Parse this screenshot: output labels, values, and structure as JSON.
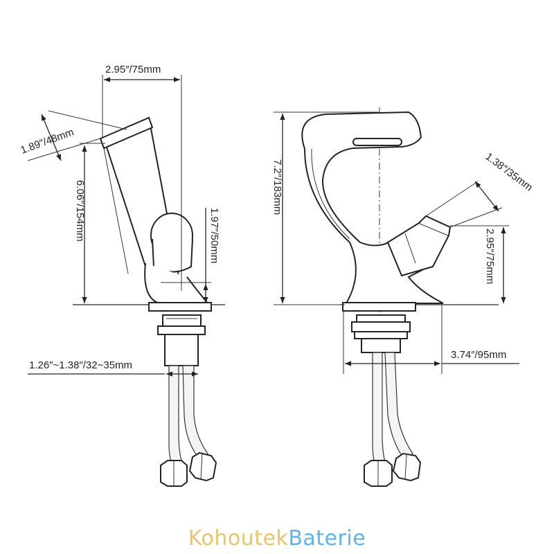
{
  "dimensions": {
    "left_top_width": "2.95″/75mm",
    "left_spout_width": "1.89″/48mm",
    "left_height": "6.06″/154mm",
    "left_handle_height": "1.97″/50mm",
    "left_hole_diameter": "1.26″~1.38″/32~35mm",
    "right_total_height": "7.2″/183mm",
    "right_handle_diameter": "1.38″/35mm",
    "right_handle_height": "2.95″/75mm",
    "right_base_reach": "3.74″/95mm"
  },
  "logo": {
    "part1": "Kohoutek",
    "part2": "Baterie"
  },
  "colors": {
    "logo_part1": "#e9c46a",
    "logo_part2": "#5fb3ec",
    "line": "#222222"
  }
}
